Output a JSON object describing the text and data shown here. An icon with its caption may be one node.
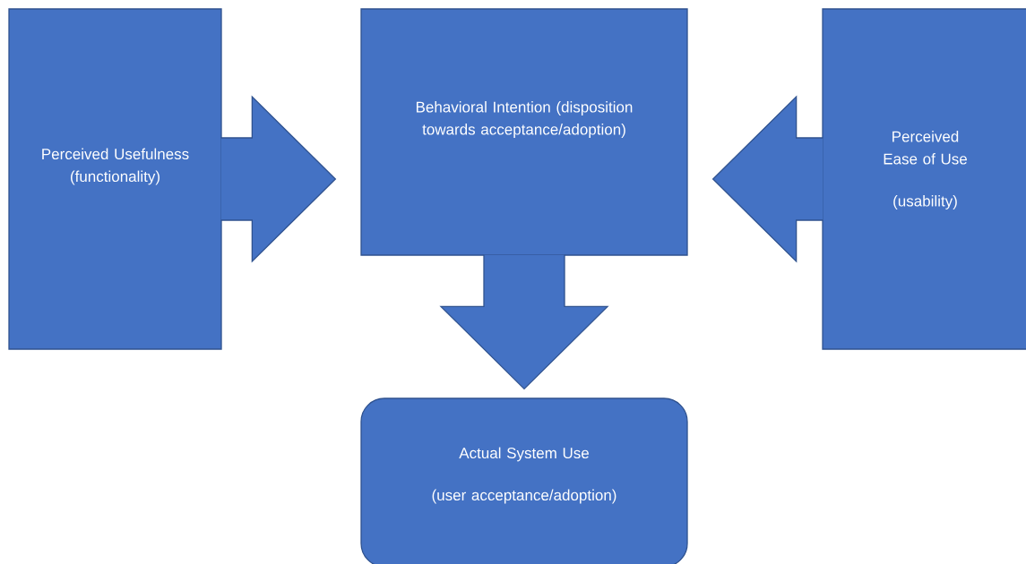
{
  "diagram": {
    "nodes": [
      {
        "text": [
          "Perceived Usefulness (functionality)"
        ]
      },
      {
        "text": [
          "Behavioral Intention (disposition towards acceptance/adoption)"
        ]
      },
      {
        "text": [
          "Perceived Ease of Use",
          "(usability)"
        ]
      },
      {
        "text": [
          "Actual System Use",
          "(user acceptance/adoption)"
        ]
      }
    ],
    "edges": [
      {
        "from": 0,
        "to": 1,
        "arrow": "to"
      },
      {
        "from": 2,
        "to": 1,
        "arrow": "to"
      },
      {
        "from": 1,
        "to": 3,
        "arrow": "to"
      }
    ]
  }
}
